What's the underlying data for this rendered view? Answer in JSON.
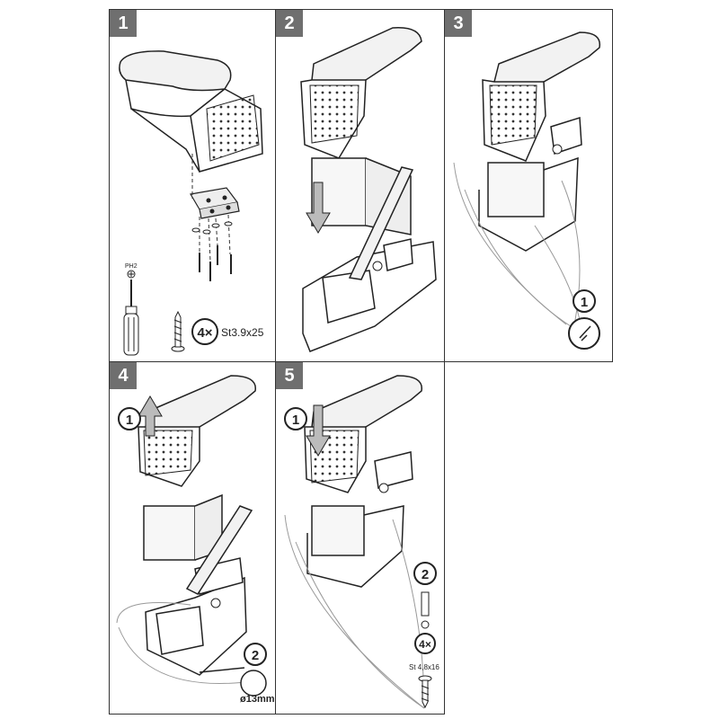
{
  "steps": [
    {
      "number": "1",
      "bit_label": "PH2",
      "screw_count": "4×",
      "screw_spec": "St3.9x25"
    },
    {
      "number": "2"
    },
    {
      "number": "3",
      "callout": "1"
    },
    {
      "number": "4",
      "callout_1": "1",
      "callout_2": "2",
      "drill_size": "ø13mm"
    },
    {
      "number": "5",
      "callout_1": "1",
      "callout_2": "2",
      "screw_count": "4×",
      "screw_spec": "St 4,8x16"
    }
  ],
  "colors": {
    "badge": "#6f6f6f",
    "line": "#222222"
  }
}
